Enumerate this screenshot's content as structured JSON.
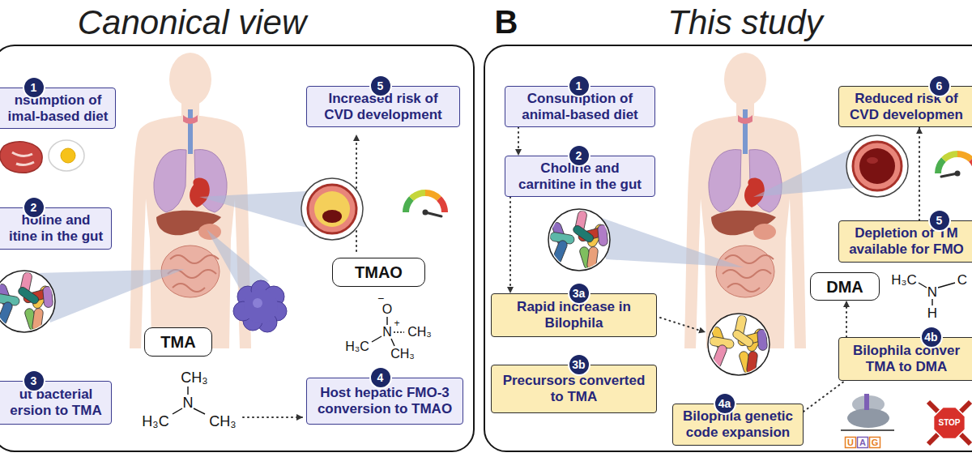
{
  "diagram": {
    "nodes": [
      {
        "text": [
          "Canonical view"
        ]
      },
      {
        "text": [
          "1",
          "nsumption of imal-based diet"
        ],
        "in": 0
      },
      {
        "text": [
          "2",
          "holine and itine in the gut"
        ],
        "in": 0
      },
      {
        "text": [
          "3",
          "ut bacterial ersion to TMA"
        ],
        "in": 0
      },
      {
        "text": [
          "5",
          "Increased risk of CVD development"
        ],
        "in": 0
      },
      {
        "text": [
          "TMAO"
        ],
        "in": 0
      },
      {
        "text": [
          "TMA"
        ],
        "in": 0
      },
      {
        "text": [
          "4",
          "Host hepatic FMO-3 conversion to TMAO"
        ],
        "in": 0
      },
      {
        "text": [
          "This study"
        ]
      },
      {
        "text": [
          "1",
          "Consumption of animal-based diet"
        ],
        "in": 8
      },
      {
        "text": [
          "2",
          "Choline and carnitine in the gut"
        ],
        "in": 8
      },
      {
        "text": [
          "3a",
          "Rapid increase in Bilophila"
        ],
        "in": 8
      },
      {
        "text": [
          "3b",
          "Precursors converted to TMA"
        ],
        "in": 8
      },
      {
        "text": [
          "4a",
          "Bilophila genetic code expansion"
        ],
        "in": 8
      },
      {
        "text": [
          "6",
          "Reduced risk of CVD developmen"
        ],
        "in": 8
      },
      {
        "text": [
          "5",
          "Depletion of TM available for FMO"
        ],
        "in": 8
      },
      {
        "text": [
          "DMA"
        ],
        "in": 8
      },
      {
        "text": [
          "4b",
          "Bilophila conver TMA to DMA"
        ],
        "in": 8
      }
    ],
    "edges": [
      {
        "from": 9,
        "to": 10,
        "arrow": "to"
      },
      {
        "from": 10,
        "to": 11,
        "arrow": "to"
      },
      {
        "from": 13,
        "to": 17,
        "arrow": "none"
      },
      {
        "from": 17,
        "to": 16,
        "arrow": "to"
      },
      {
        "from": 15,
        "to": 14,
        "arrow": "to"
      }
    ],
    "labels": [
      "B",
      "−",
      "O",
      "N",
      "+",
      "H₃C",
      "CH₃",
      "CH₃",
      "CH₃",
      "N",
      "H₃C",
      "CH₃",
      "H₃C",
      "N",
      "H",
      "C",
      "U",
      "A",
      "G",
      "STOP"
    ]
  }
}
